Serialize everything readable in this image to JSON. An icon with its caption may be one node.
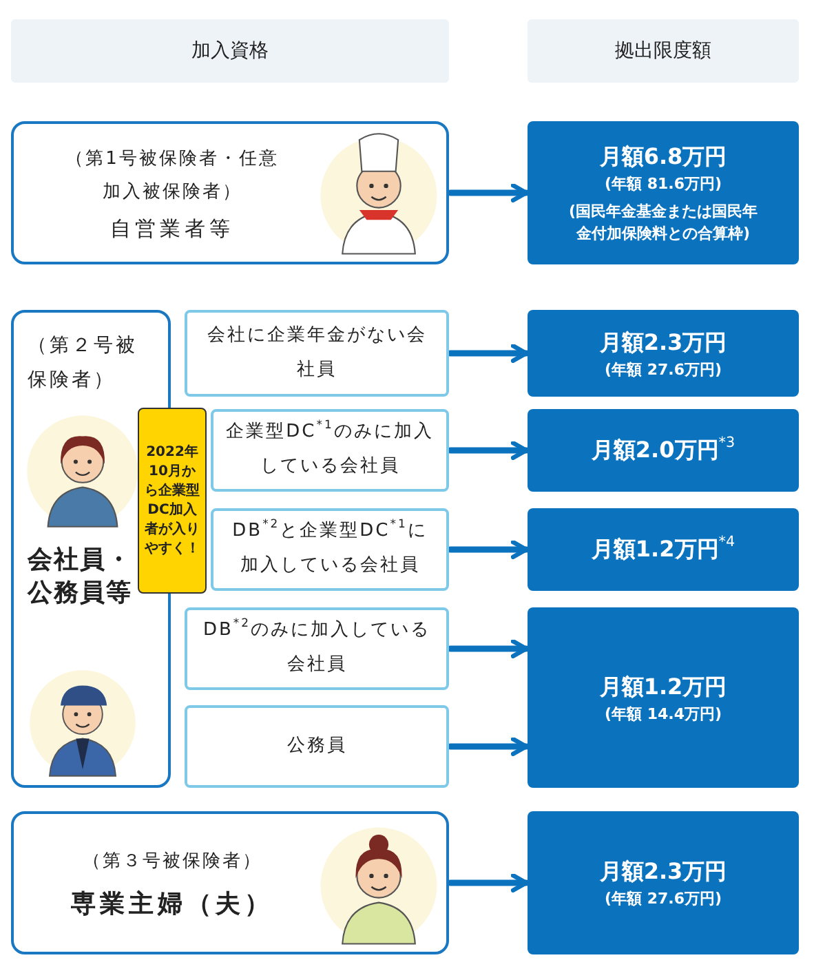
{
  "diagram": {
    "nodes": [
      {
        "text": [
          "加入資格"
        ]
      },
      {
        "text": [
          "拠出限度額"
        ]
      },
      {
        "text": [
          "（第1号被保険者・任意加入被保険者）",
          "自営業者等"
        ]
      },
      {
        "text": [
          "月額6.8万円",
          "(年額 81.6万円)",
          "(国民年金基金または国民年金付加保険料との合算枠)"
        ]
      },
      {
        "text": [
          "（第２号被保険者）",
          "会社員・公務員等"
        ]
      },
      {
        "text": [
          "会社に企業年金がない会社員"
        ]
      },
      {
        "text": [
          "企業型DC$^{*1}$のみに加入している会社員"
        ]
      },
      {
        "text": [
          "DB$^{*2}$と企業型DC$^{*1}$に加入している会社員"
        ]
      },
      {
        "text": [
          "DB$^{*2}$のみに加入している会社員"
        ]
      },
      {
        "text": [
          "公務員"
        ]
      },
      {
        "text": [
          "2022年10月から企業型DC加入者が入りやすく！"
        ]
      },
      {
        "text": [
          "月額2.3万円",
          "(年額 27.6万円)"
        ]
      },
      {
        "text": [
          "月額2.0万円$^{*3}$"
        ]
      },
      {
        "text": [
          "月額1.2万円$^{*4}$"
        ]
      },
      {
        "text": [
          "月額1.2万円",
          "(年額 14.4万円)"
        ]
      },
      {
        "text": [
          "（第３号被保険者）",
          "専業主婦（夫）"
        ]
      },
      {
        "text": [
          "月額2.3万円",
          "(年額 27.6万円)"
        ]
      }
    ],
    "edges": [
      {
        "from": 2,
        "to": 3,
        "arrow": "to"
      },
      {
        "from": 5,
        "to": 11,
        "arrow": "to"
      },
      {
        "from": 6,
        "to": 12,
        "arrow": "to"
      },
      {
        "from": 7,
        "to": 13,
        "arrow": "to"
      },
      {
        "from": 8,
        "to": 14,
        "arrow": "to"
      },
      {
        "from": 9,
        "to": 14,
        "arrow": "to"
      },
      {
        "from": 15,
        "to": 16,
        "arrow": "to"
      }
    ]
  }
}
